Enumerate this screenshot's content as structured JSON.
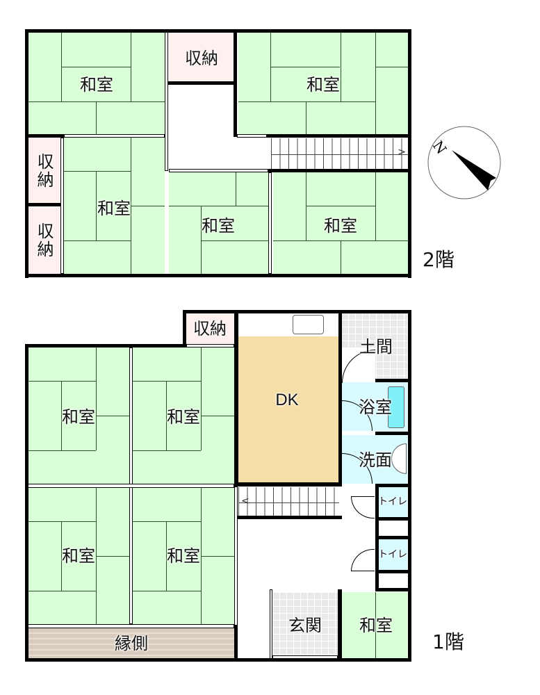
{
  "floors": [
    {
      "label": "2階",
      "rooms": [
        {
          "name": "washitsu-nw",
          "label": "和室",
          "type": "tatami"
        },
        {
          "name": "storage-top",
          "label": "収納",
          "type": "storage"
        },
        {
          "name": "washitsu-ne",
          "label": "和室",
          "type": "tatami"
        },
        {
          "name": "storage-left-upper",
          "label": "収納",
          "type": "storage"
        },
        {
          "name": "storage-left-lower",
          "label": "収納",
          "type": "storage"
        },
        {
          "name": "washitsu-w",
          "label": "和室",
          "type": "tatami"
        },
        {
          "name": "washitsu-center",
          "label": "和室",
          "type": "tatami"
        },
        {
          "name": "washitsu-se",
          "label": "和室",
          "type": "tatami"
        }
      ]
    },
    {
      "label": "1階",
      "rooms": [
        {
          "name": "storage",
          "label": "収納",
          "type": "storage"
        },
        {
          "name": "dining-kitchen",
          "label": "DK",
          "type": "dk"
        },
        {
          "name": "doma",
          "label": "土間",
          "type": "tile"
        },
        {
          "name": "bathroom",
          "label": "浴室",
          "type": "wet"
        },
        {
          "name": "washroom",
          "label": "洗面",
          "type": "wet"
        },
        {
          "name": "toilet-1",
          "label": "トイレ",
          "type": "wet"
        },
        {
          "name": "toilet-2",
          "label": "トイレ",
          "type": "wet"
        },
        {
          "name": "washitsu-1",
          "label": "和室",
          "type": "tatami"
        },
        {
          "name": "washitsu-2",
          "label": "和室",
          "type": "tatami"
        },
        {
          "name": "washitsu-3",
          "label": "和室",
          "type": "tatami"
        },
        {
          "name": "washitsu-4",
          "label": "和室",
          "type": "tatami"
        },
        {
          "name": "engawa",
          "label": "縁側",
          "type": "engawa"
        },
        {
          "name": "genkan",
          "label": "玄関",
          "type": "tile"
        },
        {
          "name": "washitsu-small",
          "label": "和室",
          "type": "tatami"
        }
      ]
    }
  ],
  "compass": {
    "north_label": "N"
  },
  "colors": {
    "tatami": "#d9ffd6",
    "storage": "#fff0f0",
    "dk": "#f5dfa6",
    "wet": "#d8fbff",
    "bathtub": "#7ff0f8",
    "tile": "#e9e9e9",
    "engawa": "#d8cbbd",
    "wall": "#000000"
  }
}
